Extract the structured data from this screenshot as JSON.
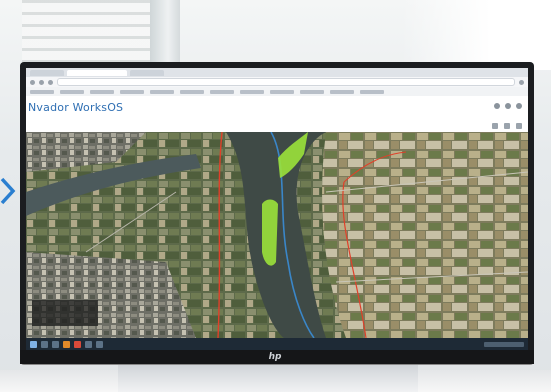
{
  "app": {
    "brand": "Nvador WorksOS",
    "title": "",
    "url": ""
  },
  "colors": {
    "brand_blue": "#2f6fb3",
    "route_red": "#e0402a",
    "river_blue": "#3a86c8",
    "highlight_green": "#9be23a"
  },
  "icons": {
    "left_arrow": "chevron-right-icon",
    "monitor_logo": "hp-logo"
  },
  "monitor": {
    "logo": "hp"
  }
}
